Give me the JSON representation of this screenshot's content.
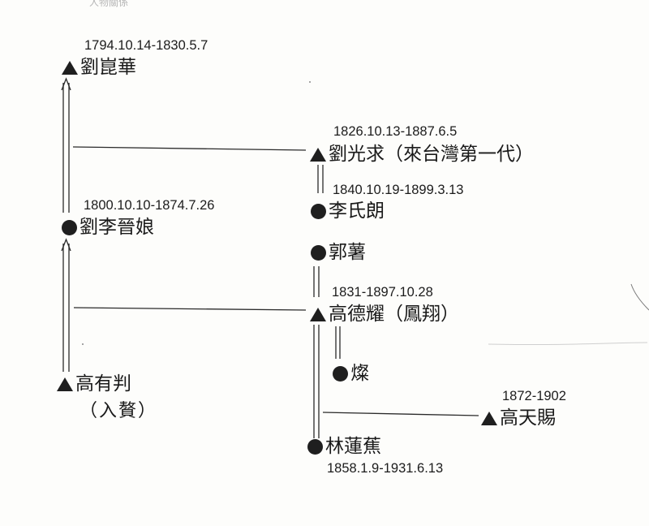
{
  "header_fragment": "人物關係",
  "nodes": {
    "liu_kunhua": {
      "symbol": "triangle",
      "name": "劉崑華",
      "dates": "1794.10.14-1830.5.7"
    },
    "liu_guangqiu": {
      "symbol": "triangle",
      "name": "劉光求（來台灣第一代）",
      "dates": "1826.10.13-1887.6.5"
    },
    "li_shilang": {
      "symbol": "circle",
      "name": "李氏朗",
      "dates": "1840.10.19-1899.3.13"
    },
    "liu_li_jinniang": {
      "symbol": "circle",
      "name": "劉李晉娘",
      "dates": "1800.10.10-1874.7.26"
    },
    "guo_shu": {
      "symbol": "circle",
      "name": "郭薯"
    },
    "gao_deyao": {
      "symbol": "triangle",
      "name": "高德耀（鳳翔）",
      "dates": "1831-1897.10.28"
    },
    "can": {
      "symbol": "circle",
      "name": "燦"
    },
    "gao_youpan": {
      "symbol": "triangle",
      "name": "高有判",
      "note": "（入贅）"
    },
    "gao_tianci": {
      "symbol": "triangle",
      "name": "高天賜",
      "dates": "1872-1902"
    },
    "lin_lianjiao": {
      "symbol": "circle",
      "name": "林蓮蕉",
      "dates": "1858.1.9-1931.6.13"
    }
  }
}
